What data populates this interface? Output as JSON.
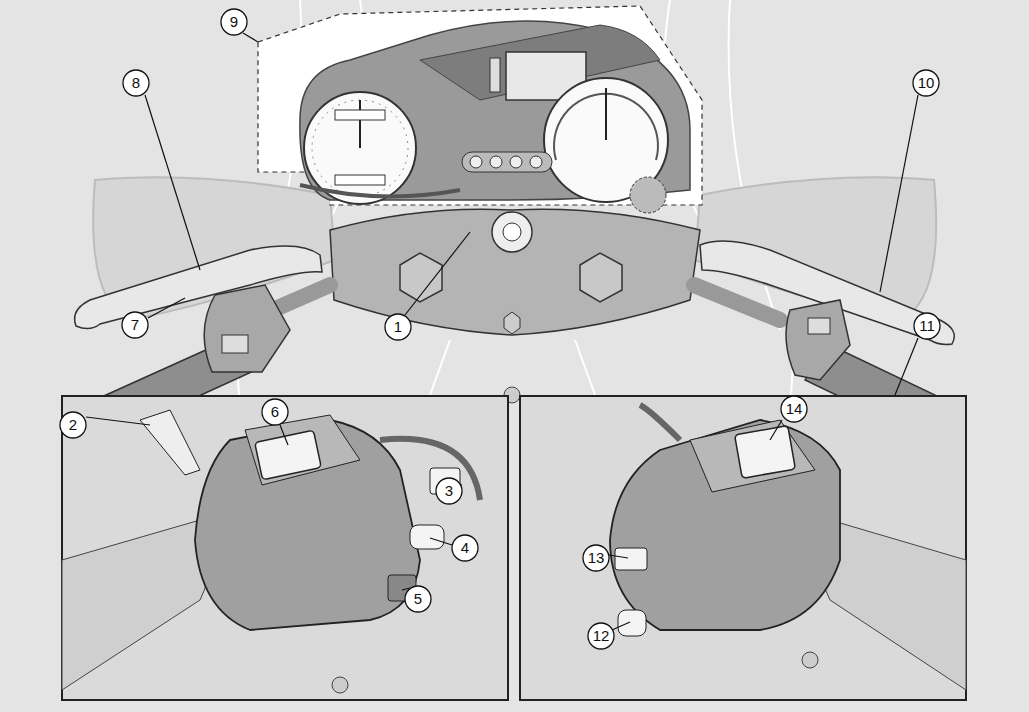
{
  "diagram": {
    "labels": [
      "1",
      "2",
      "3",
      "4",
      "5",
      "6",
      "7",
      "8",
      "9",
      "10",
      "11",
      "12",
      "13",
      "14"
    ]
  }
}
